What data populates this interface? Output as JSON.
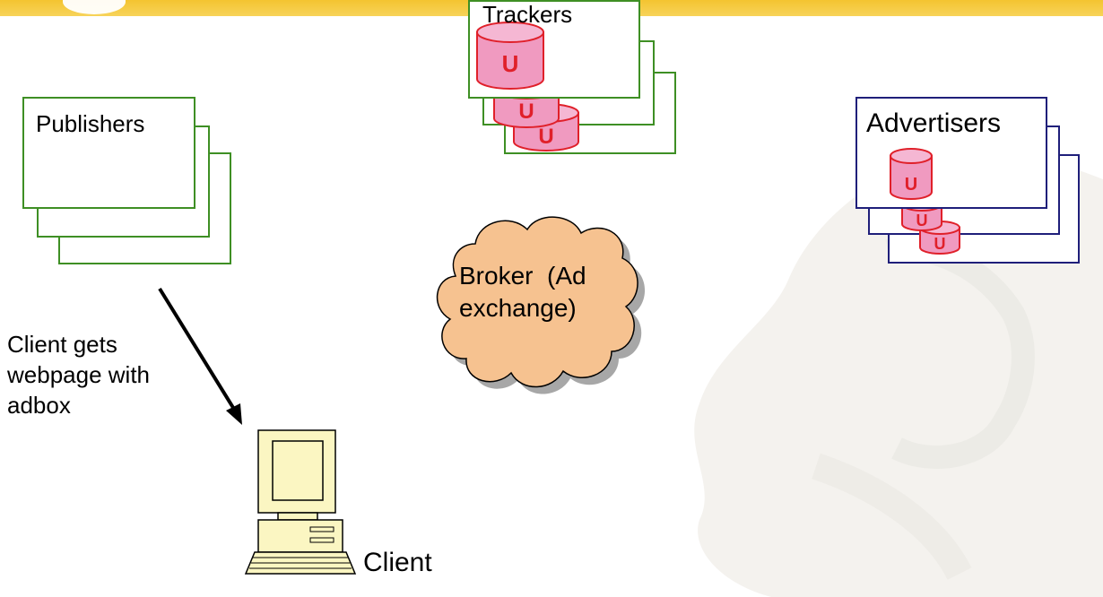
{
  "nodes": {
    "trackers": "Trackers",
    "publishers": "Publishers",
    "advertisers": "Advertisers",
    "broker": [
      "Broker  (Ad",
      "exchange)"
    ],
    "client": "Client"
  },
  "annotation": [
    "Client gets",
    "webpage with",
    "adbox"
  ],
  "db_label": "U",
  "colors": {
    "publisher_border": "#3e8f24",
    "tracker_border": "#3e8f24",
    "advertiser_border": "#1f1f7a",
    "db_fill": "#f09ac0",
    "db_stroke": "#e0202a",
    "cloud_fill": "#f6c290",
    "header_band": "#f4c430",
    "computer_fill": "#fbf6c2"
  },
  "icons": [
    "database-icon",
    "computer-icon",
    "cloud-shape",
    "arrow-icon"
  ]
}
